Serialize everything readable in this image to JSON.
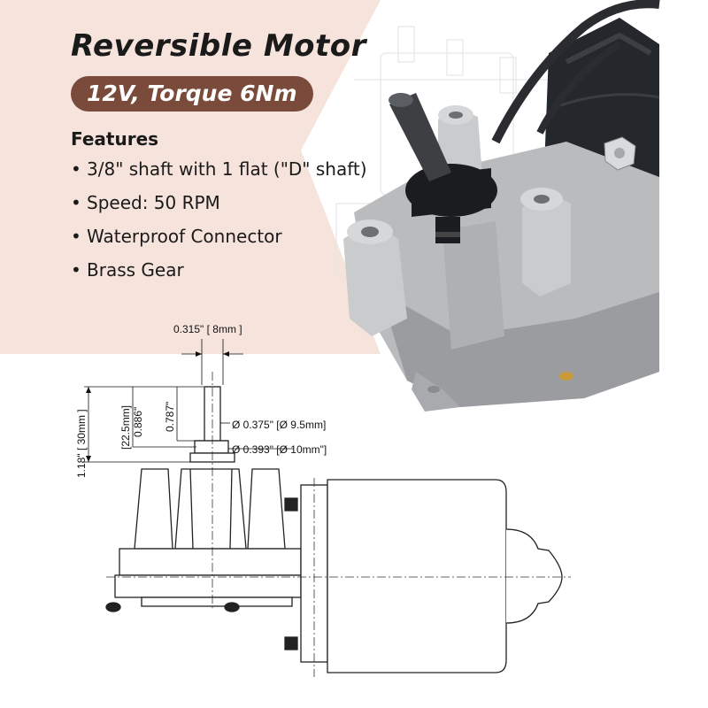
{
  "header": {
    "title": "Reversible Motor",
    "subtitle": "12V, Torque 6Nm"
  },
  "features": {
    "heading": "Features",
    "items": [
      "3/8\" shaft with 1 flat  (\"D\" shaft)",
      "Speed:  50 RPM",
      "Waterproof Connector",
      "Brass Gear"
    ]
  },
  "drawing": {
    "dim_shaft_flat": "0.315\" [ 8mm ]",
    "dim_overall_height": "1.18\" [ 30mm ]",
    "dim_shaft_length_in": "0.886\"",
    "dim_shaft_length_mm": "[22.5mm]",
    "dim_flat_length": "0.787\"",
    "dim_shaft_dia": "Ø 0.375\" [Ø 9.5mm]",
    "dim_collar_dia": "Ø 0.393\" [Ø 10mm\"]"
  },
  "colors": {
    "accent_pill": "#7a4a3a",
    "background_tint": "#f6e4dc",
    "text": "#1a1a1a"
  }
}
